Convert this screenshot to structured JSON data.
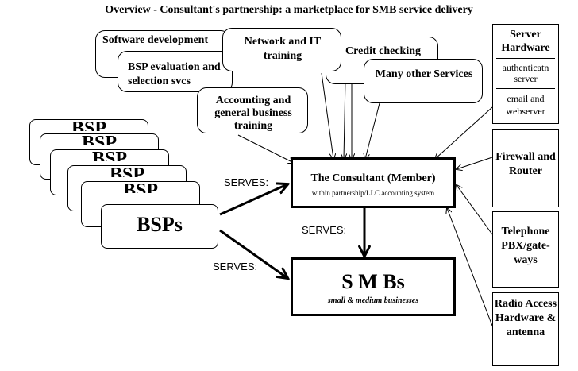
{
  "title": {
    "prefix": "Overview - Consultant's partnership:  a marketplace for ",
    "underlined": "SMB",
    "suffix": " service delivery"
  },
  "services": {
    "software_development": "Software development",
    "bsp_evaluation": "BSP evaluation and selection svcs",
    "network_it": "Network and IT training",
    "credit_checking": "Credit checking",
    "many_other": "Many other Services",
    "accounting": "Accounting and general business training"
  },
  "bsp_stack": {
    "ghost_label": "BSP",
    "main_label": "BSPs"
  },
  "consultant": {
    "title": "The Consultant (Member)",
    "subtitle": "within partnership/LLC accounting system"
  },
  "smbs": {
    "title": "S M Bs",
    "subtitle": "small & medium businesses"
  },
  "serves_labels": {
    "top": "SERVES:",
    "middle": "SERVES:",
    "bottom": "SERVES:"
  },
  "hardware": {
    "server": {
      "title": "Server Hardware",
      "item1": "authenticatn server",
      "item2": "email and webserver"
    },
    "firewall": "Firewall and Router",
    "telephone": "Telephone PBX/gate-ways",
    "radio": "Radio Access Hardware & antenna"
  }
}
